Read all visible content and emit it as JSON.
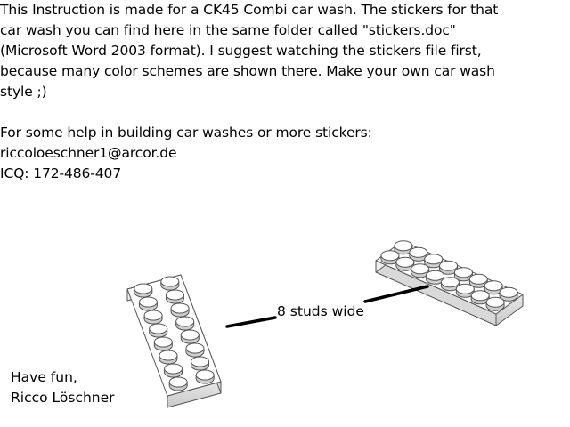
{
  "instruction": {
    "lines": [
      "This Instruction is made for a CK45 Combi car wash. The stickers for that",
      "car wash you can find here in the same folder called \"stickers.doc\"",
      "(Microsoft Word 2003 format). I suggest watching the stickers file first,",
      "because many color schemes are shown there. Make your own car wash",
      "style ;)"
    ]
  },
  "contact": {
    "help_text": "For some help in building car washes or more stickers:",
    "email": "riccoloeschner1@arcor.de",
    "icq": "ICQ: 172-486-407"
  },
  "illustration": {
    "studs_label": "8 studs wide",
    "plate_color": "#ffffff",
    "line_color": "#000000"
  },
  "signoff": {
    "greeting": "Have fun,",
    "author": "Ricco Löschner"
  }
}
